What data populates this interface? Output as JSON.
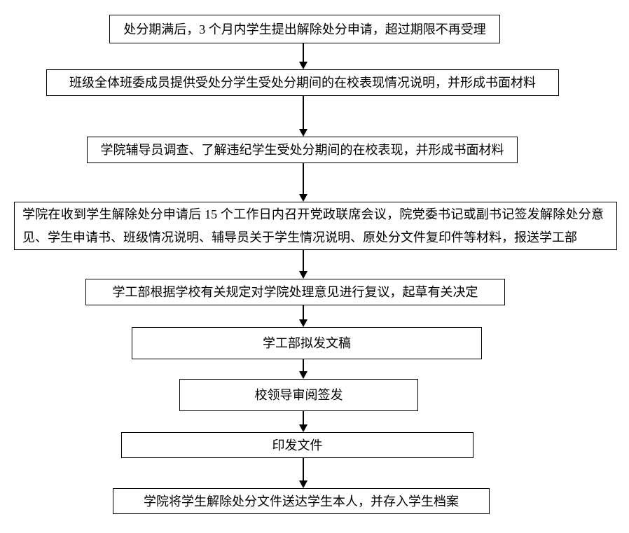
{
  "page": {
    "background": "#ffffff",
    "border_color": "#000000",
    "text_color": "#000000"
  },
  "flowchart": {
    "type": "top-down-process-flow",
    "nodes": [
      {
        "id": "step-1",
        "text": "处分期满后，3 个月内学生提出解除处分申请，超过期限不再受理"
      },
      {
        "id": "step-2",
        "text": "班级全体班委成员提供受处分学生受处分期间的在校表现情况说明，并形成书面材料"
      },
      {
        "id": "step-3",
        "text": "学院辅导员调查、了解违纪学生受处分期间的在校表现，并形成书面材料"
      },
      {
        "id": "step-4",
        "text": "学院在收到学生解除处分申请后 15 个工作日内召开党政联席会议，院党委书记或副书记签发解除处分意见、学生申请书、班级情况说明、辅导员关于学生情况说明、原处分文件复印件等材料，报送学工部"
      },
      {
        "id": "step-5",
        "text": "学工部根据学校有关规定对学院处理意见进行复议，起草有关决定"
      },
      {
        "id": "step-6",
        "text": "学工部拟发文稿"
      },
      {
        "id": "step-7",
        "text": "校领导审阅签发"
      },
      {
        "id": "step-8",
        "text": "印发文件"
      },
      {
        "id": "step-9",
        "text": "学院将学生解除处分文件送达学生本人，并存入学生档案"
      }
    ],
    "edges": [
      {
        "from": "step-1",
        "to": "step-2",
        "style": "solid-arrow-down"
      },
      {
        "from": "step-2",
        "to": "step-3",
        "style": "solid-arrow-down"
      },
      {
        "from": "step-3",
        "to": "step-4",
        "style": "solid-arrow-down"
      },
      {
        "from": "step-4",
        "to": "step-5",
        "style": "solid-arrow-down"
      },
      {
        "from": "step-5",
        "to": "step-6",
        "style": "solid-arrow-down"
      },
      {
        "from": "step-6",
        "to": "step-7",
        "style": "solid-arrow-down"
      },
      {
        "from": "step-7",
        "to": "step-8",
        "style": "solid-arrow-down"
      },
      {
        "from": "step-8",
        "to": "step-9",
        "style": "solid-arrow-down"
      }
    ]
  }
}
